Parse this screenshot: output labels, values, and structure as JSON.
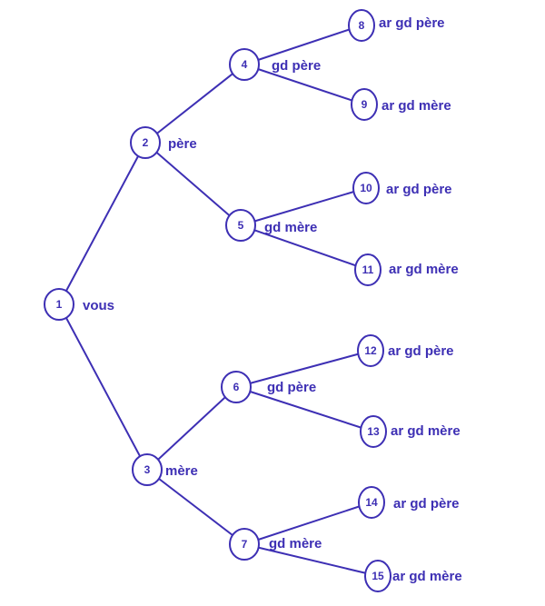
{
  "colors": {
    "ink": "#3d2fb4",
    "background": "#ffffff"
  },
  "nodes": [
    {
      "id": "1",
      "label": "vous"
    },
    {
      "id": "2",
      "label": "père"
    },
    {
      "id": "3",
      "label": "mère"
    },
    {
      "id": "4",
      "label": "gd père"
    },
    {
      "id": "5",
      "label": "gd mère"
    },
    {
      "id": "6",
      "label": "gd père"
    },
    {
      "id": "7",
      "label": "gd mère"
    },
    {
      "id": "8",
      "label": "ar gd père"
    },
    {
      "id": "9",
      "label": "ar gd mère"
    },
    {
      "id": "10",
      "label": "ar gd père"
    },
    {
      "id": "11",
      "label": "ar gd mère"
    },
    {
      "id": "12",
      "label": "ar gd père"
    },
    {
      "id": "13",
      "label": "ar gd mère"
    },
    {
      "id": "14",
      "label": "ar gd père"
    },
    {
      "id": "15",
      "label": "ar gd mère"
    }
  ],
  "edges": [
    [
      "1",
      "2"
    ],
    [
      "1",
      "3"
    ],
    [
      "2",
      "4"
    ],
    [
      "2",
      "5"
    ],
    [
      "3",
      "6"
    ],
    [
      "3",
      "7"
    ],
    [
      "4",
      "8"
    ],
    [
      "4",
      "9"
    ],
    [
      "5",
      "10"
    ],
    [
      "5",
      "11"
    ],
    [
      "6",
      "12"
    ],
    [
      "6",
      "13"
    ],
    [
      "7",
      "14"
    ],
    [
      "7",
      "15"
    ]
  ]
}
